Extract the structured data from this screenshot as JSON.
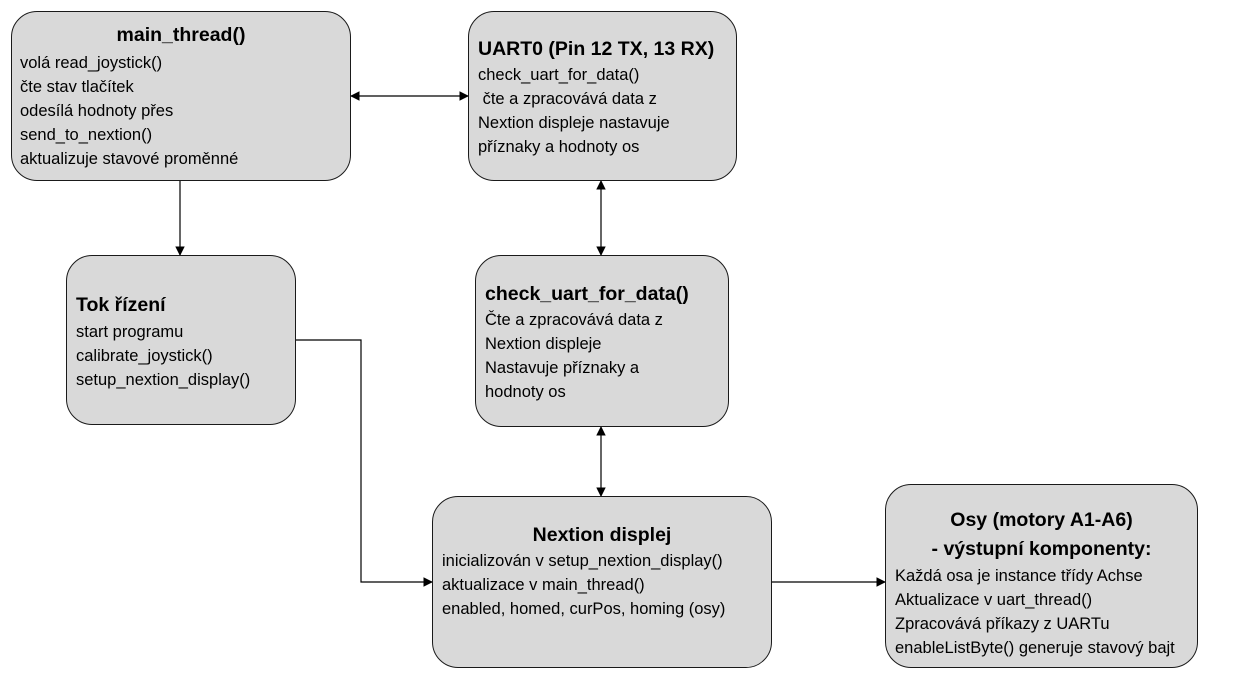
{
  "nodes": {
    "main_thread": {
      "title": "main_thread()",
      "lines": [
        "volá read_joystick()",
        "čte stav tlačítek",
        "odesílá hodnoty přes",
        "send_to_nextion()",
        "aktualizuje stavové proměnné"
      ]
    },
    "uart0": {
      "title": "UART0 (Pin 12 TX, 13 RX)",
      "lines": [
        "check_uart_for_data()",
        " čte a zpracovává data z",
        "Nextion displeje nastavuje",
        "příznaky a hodnoty os"
      ]
    },
    "tok_rizeni": {
      "title": "Tok řízení",
      "lines": [
        "start programu",
        "calibrate_joystick()",
        "setup_nextion_display()"
      ]
    },
    "check_uart": {
      "title": "check_uart_for_data()",
      "lines": [
        "Čte a zpracovává data z",
        "Nextion displeje",
        "Nastavuje příznaky a",
        "hodnoty os"
      ]
    },
    "nextion": {
      "title": "Nextion displej",
      "lines": [
        "inicializován v setup_nextion_display()",
        "aktualizace v main_thread()",
        "enabled, homed, curPos, homing (osy)"
      ]
    },
    "osy": {
      "title_line1": "Osy (motory A1-A6)",
      "title_line2": "- výstupní komponenty:",
      "lines": [
        "Každá osa je instance třídy Achse",
        "Aktualizace v uart_thread()",
        "Zpracovává příkazy z UARTu",
        "enableListByte() generuje stavový bajt"
      ]
    }
  },
  "colors": {
    "node_fill": "#d9d9d9",
    "node_border": "#1a1a1a",
    "connector": "#000000"
  }
}
